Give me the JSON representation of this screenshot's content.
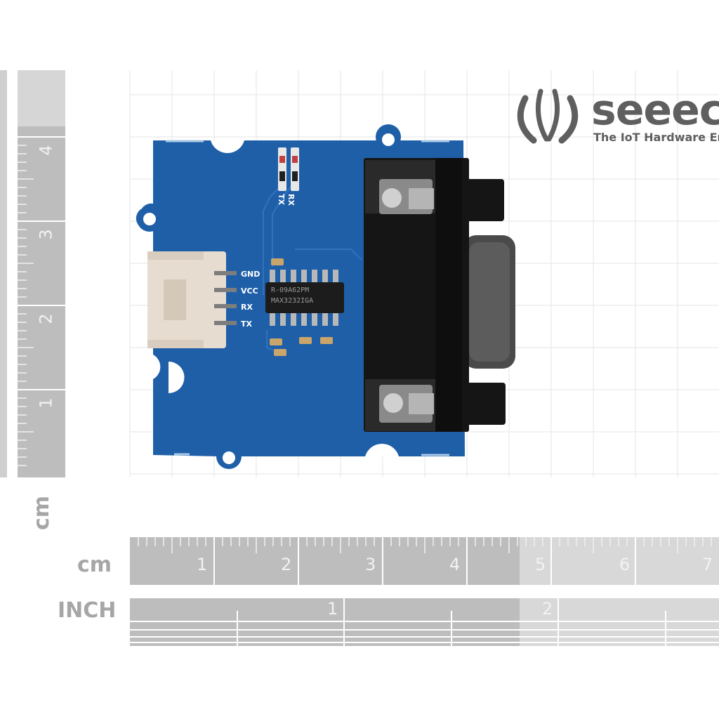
{
  "brand": {
    "name": "seeec",
    "tagline": "The IoT Hardware Enal"
  },
  "rulers": {
    "cm_horizontal_label": "cm",
    "inch_label": "INCH",
    "cm_vertical_label": "cm",
    "cm_horizontal_ticks": [
      "1",
      "2",
      "3",
      "4",
      "5",
      "6",
      "7"
    ],
    "inch_ticks": [
      "1",
      "2"
    ],
    "cm_vertical_ticks": [
      "4",
      "3",
      "2",
      "1"
    ]
  },
  "board": {
    "pins": [
      "GND",
      "VCC",
      "RX",
      "TX"
    ],
    "led_labels": [
      "RX",
      "TX"
    ],
    "chip_marking_1": "R-09A62PM",
    "chip_marking_2": "MAX3232IGA"
  },
  "colors": {
    "pcb": "#1f5fa8",
    "ruler": "#bdbdbd",
    "grid": "#e6e6e6",
    "connector": "#151515"
  }
}
